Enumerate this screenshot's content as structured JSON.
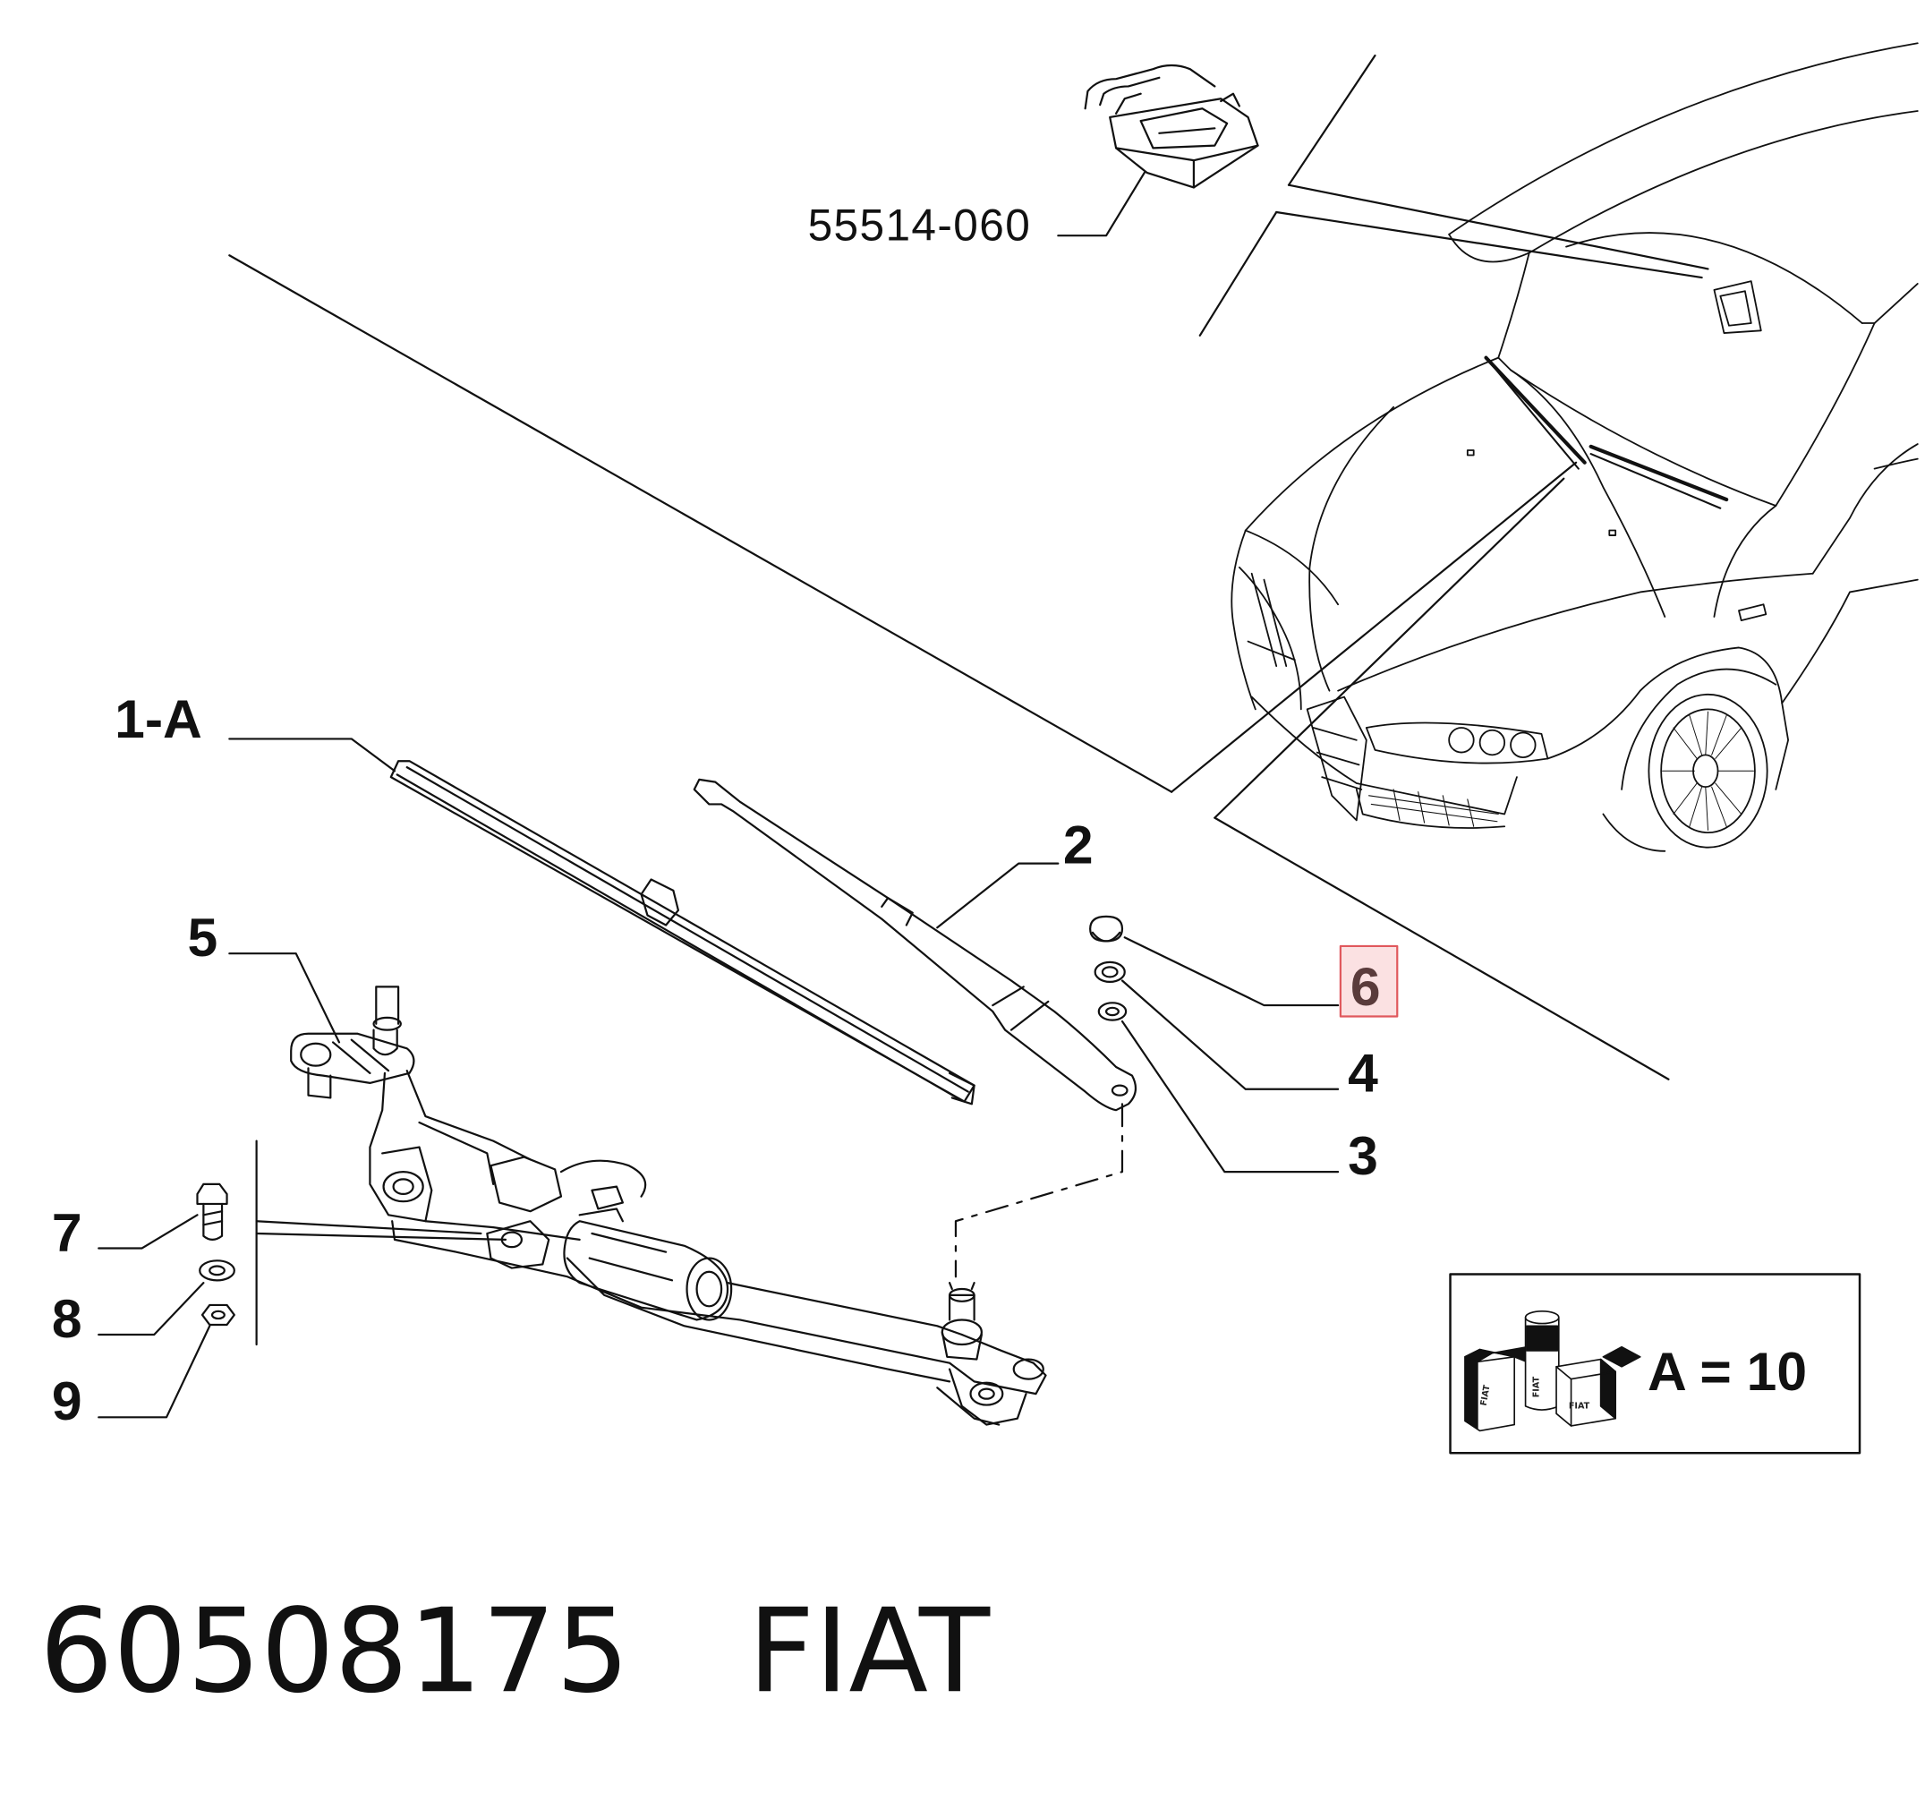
{
  "diagram": {
    "reference_part": "55514-060",
    "callouts": {
      "c1a": "1-A",
      "c2": "2",
      "c3": "3",
      "c4": "4",
      "c5": "5",
      "c6": "6",
      "c7": "7",
      "c8": "8",
      "c9": "9"
    },
    "highlighted_callout": "6",
    "highlight_color": "#e0585d",
    "legend": {
      "label": "A = 10",
      "brand_mark": "FIAT"
    }
  },
  "footer": {
    "part_number": "60508175",
    "brand": "FIAT"
  }
}
